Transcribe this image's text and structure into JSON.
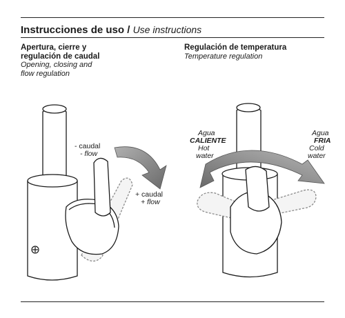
{
  "header": {
    "title_es": "Instrucciones de uso",
    "separator": "/",
    "title_en": "Use instructions"
  },
  "left_section": {
    "heading_line1": "Apertura, cierre y",
    "heading_line2": "regulación de caudal",
    "subheading_line1": "Opening, closing and",
    "subheading_line2": "flow regulation",
    "label_minus_es": "- caudal",
    "label_minus_en": "- flow",
    "label_plus_es": "+ caudal",
    "label_plus_en": "+ flow"
  },
  "right_section": {
    "heading": "Regulación de temperatura",
    "subheading": "Temperature regulation",
    "hot_es_1": "Agua",
    "hot_es_2": "CALIENTE",
    "hot_en_1": "Hot",
    "hot_en_2": "water",
    "cold_es_1": "Agua",
    "cold_es_2": "FRIA",
    "cold_en_1": "Cold",
    "cold_en_2": "water"
  },
  "colors": {
    "line": "#1a1a1a",
    "arrow_fill": "#888888",
    "arrow_dark": "#6e6e6e",
    "ghost": "#9a9a9a"
  },
  "icons": [
    "tap-logo-icon"
  ]
}
